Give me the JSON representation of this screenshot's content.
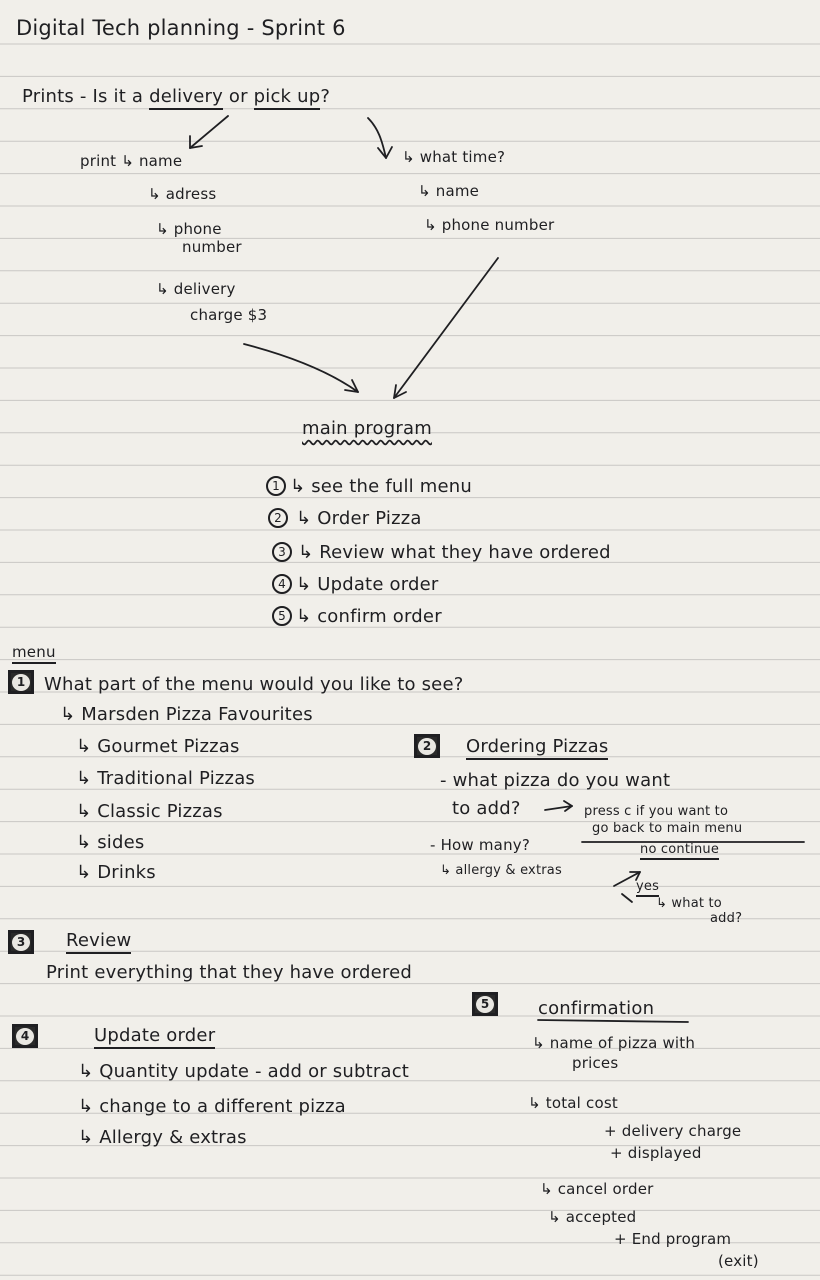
{
  "title": "Digital Tech planning - Sprint 6",
  "prints": {
    "question": "Prints - Is it a",
    "delivery": "delivery",
    "or": "or",
    "pickup": "pick up",
    "qmark": "?",
    "delivery_branch": {
      "print_name": "print ↳ name",
      "address": "↳ adress",
      "phone": "↳ phone",
      "phone2": "number",
      "charge": "↳ delivery",
      "charge2": "charge $3"
    },
    "pickup_branch": {
      "time": "↳ what time?",
      "name": "↳ name",
      "phone": "↳ phone number"
    }
  },
  "main_program": {
    "title": "main program",
    "options": [
      {
        "num": "1",
        "text": "↳ see the full menu"
      },
      {
        "num": "2",
        "text": "↳ Order Pizza"
      },
      {
        "num": "3",
        "text": "↳ Review what they have ordered"
      },
      {
        "num": "4",
        "text": "↳ Update order"
      },
      {
        "num": "5",
        "text": "↳ confirm order"
      }
    ]
  },
  "menu": {
    "heading": "menu",
    "num": "1",
    "question": "What part of the menu would you like to see?",
    "items": [
      "↳ Marsden Pizza Favourites",
      "↳ Gourmet Pizzas",
      "↳ Traditional Pizzas",
      "↳ Classic Pizzas",
      "↳ sides",
      "↳ Drinks"
    ]
  },
  "ordering": {
    "num": "2",
    "title": "Ordering Pizzas",
    "line1": "- what pizza do you want",
    "line2": "to add?",
    "press_c": "press c if you want to",
    "go_back": "go back to main menu",
    "no_continue": "no continue",
    "how_many": "- How many?",
    "allergy": "↳ allergy & extras",
    "yes": "yes",
    "what_to": "↳ what to",
    "add": "add?"
  },
  "review": {
    "num": "3",
    "title": "Review",
    "text": "Print everything that they have ordered"
  },
  "update": {
    "num": "4",
    "title": "Update order",
    "items": [
      "↳ Quantity update - add or subtract",
      "↳ change to a different pizza",
      "↳ Allergy & extras"
    ]
  },
  "confirmation": {
    "num": "5",
    "title": "confirmation",
    "name_line": "↳ name of pizza with",
    "prices": "prices",
    "total": "↳ total cost",
    "delivery_charge": "+ delivery charge",
    "displayed": "+ displayed",
    "cancel": "↳ cancel order",
    "accepted": "↳ accepted",
    "end_program": "+ End program",
    "exit": "(exit)"
  },
  "colors": {
    "paper": "#f1efea",
    "ink": "#1f1f22",
    "rule": "#c9c7c4"
  }
}
